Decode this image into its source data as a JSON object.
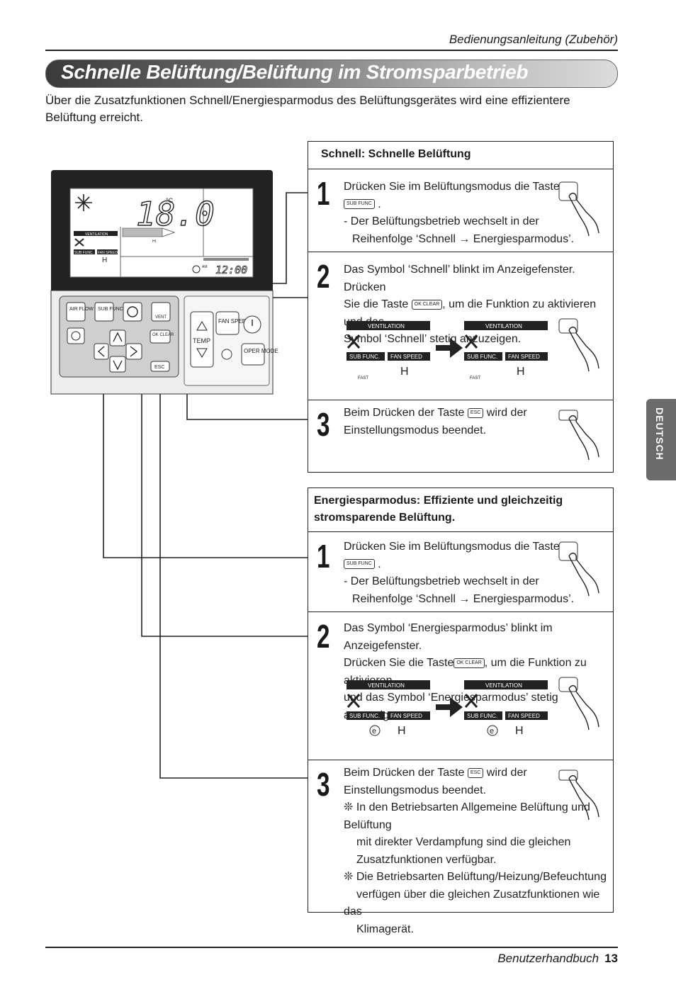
{
  "header": {
    "title": "Bedienungsanleitung (Zubehör)"
  },
  "section": {
    "title": "Schnelle Belüftung/Belüftung im Stromsparbetrieb",
    "intro": "Über die Zusatzfunktionen Schnell/Energiesparmodus des Belüftungsgerätes wird eine effizientere Belüftung erreicht."
  },
  "remote": {
    "temperature": "18.0",
    "unit": "°C",
    "time": "12:00",
    "am": "AM",
    "ventilation_label": "VENTILATION",
    "sub_func": "SUB FUNC.",
    "fan_speed": "FAN SPEED",
    "fan_level": "H",
    "hi": "HI",
    "buttons": {
      "air_flow": "AIR FLOW",
      "sub_func": "SUB FUNC",
      "vent": "VENT",
      "ok_clear": "OK CLEAR",
      "esc": "ESC",
      "fan_speed": "FAN SPEED",
      "temp": "TEMP",
      "oper_mode": "OPER MODE"
    }
  },
  "box1": {
    "heading": "Schnell: Schnelle Belüftung",
    "steps": [
      {
        "num": "1",
        "line1": "Drücken Sie im Belüftungsmodus die Taste",
        "key": "SUB FUNC",
        "line2": "- Der Belüftungsbetrieb wechselt in der",
        "line3": "Reihenfolge ‘Schnell → Energiesparmodus’."
      },
      {
        "num": "2",
        "line1": "Das Symbol ‘Schnell’ blinkt im Anzeigefenster. Drücken",
        "line2a": "Sie die Taste",
        "key": "OK CLEAR",
        "line2b": ", um die Funktion zu aktivieren und das",
        "line3": "Symbol ‘Schnell’ stetig anzuzeigen.",
        "badge_vent": "VENTILATION",
        "badge_sub": "SUB FUNC.",
        "badge_fan": "FAN SPEED",
        "level": "H",
        "fast": "FAST"
      },
      {
        "num": "3",
        "line1a": "Beim Drücken der Taste",
        "key": "ESC",
        "line1b": "wird der",
        "line2": "Einstellungsmodus beendet."
      }
    ]
  },
  "box2": {
    "heading": "Energiesparmodus: Effiziente und gleichzeitig stromsparende Belüftung.",
    "steps": [
      {
        "num": "1",
        "line1": "Drücken Sie im Belüftungsmodus die Taste",
        "key": "SUB FUNC",
        "line2": "- Der Belüftungsbetrieb wechselt in der",
        "line3": "Reihenfolge ‘Schnell → Energiesparmodus’."
      },
      {
        "num": "2",
        "line1": "Das Symbol ‘Energiesparmodus’ blinkt im Anzeigefenster.",
        "line2a": "Drücken Sie die Taste",
        "key": "OK CLEAR",
        "line2b": ", um die Funktion zu aktivieren",
        "line3": "und das Symbol ‘Energiesparmodus’ stetig anzuzeigen.",
        "badge_vent": "VENTILATION",
        "badge_sub": "SUB FUNC.",
        "badge_fan": "FAN SPEED",
        "level": "H",
        "eco": "e"
      },
      {
        "num": "3",
        "line1a": "Beim Drücken der Taste",
        "key": "ESC",
        "line1b": "wird der",
        "line2": "Einstellungsmodus beendet.",
        "note1a": "❊ In den Betriebsarten Allgemeine Belüftung und Belüftung",
        "note1b": "mit direkter Verdampfung sind die gleichen",
        "note1c": "Zusatzfunktionen verfügbar.",
        "note2a": "❊ Die Betriebsarten Belüftung/Heizung/Befeuchtung",
        "note2b": "verfügen über die gleichen Zusatzfunktionen wie das",
        "note2c": "Klimagerät."
      }
    ]
  },
  "side_tab": {
    "label": "DEUTSCH"
  },
  "footer": {
    "label": "Benutzerhandbuch",
    "page": "13"
  }
}
